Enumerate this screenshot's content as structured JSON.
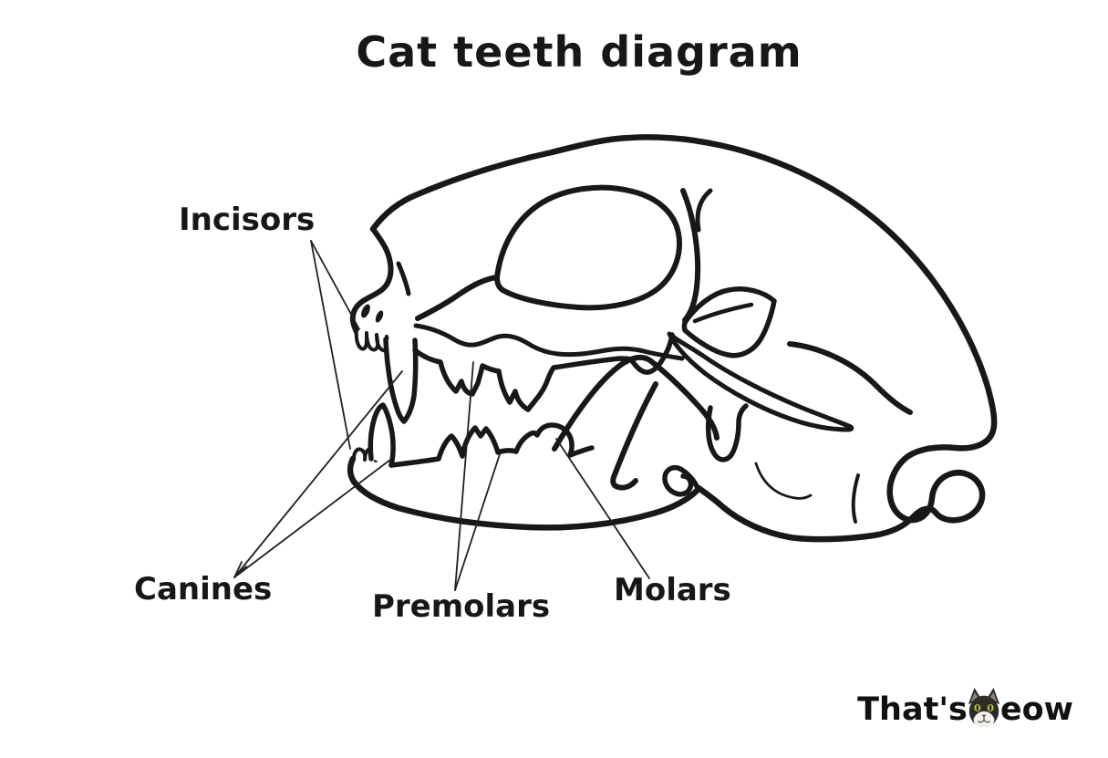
{
  "title": "Cat teeth diagram",
  "labels": {
    "incisors": "Incisors",
    "canines": "Canines",
    "premolars": "Premolars",
    "molars": "Molars"
  },
  "watermark": {
    "before_icon": "That's",
    "after_icon": "eow",
    "icon": "cat-face-icon"
  },
  "colors": {
    "background": "#ffffff",
    "ink": "#181818",
    "cat_fur": "#2e2b28",
    "cat_muzzle": "#f3f2ee",
    "cat_eyes": "#b9c437"
  }
}
